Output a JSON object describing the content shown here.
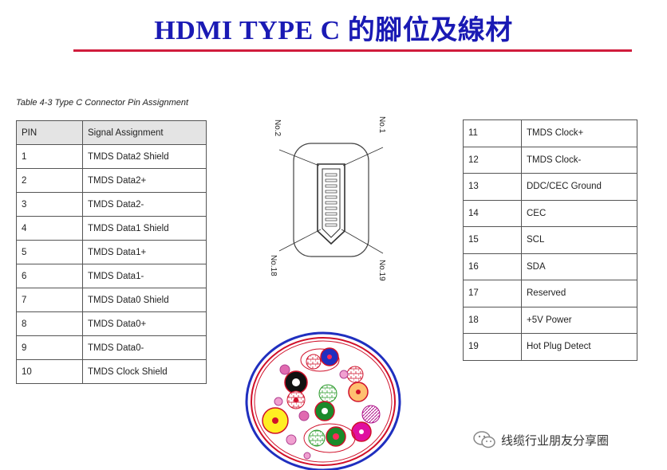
{
  "title": "HDMI TYPE C 的腳位及線材",
  "table_caption": "Table 4-3 Type C Connector Pin Assignment",
  "table_header": {
    "pin": "PIN",
    "signal": "Signal Assignment"
  },
  "pins_left": [
    {
      "pin": "1",
      "signal": "TMDS Data2 Shield"
    },
    {
      "pin": "2",
      "signal": "TMDS Data2+"
    },
    {
      "pin": "3",
      "signal": "TMDS Data2-"
    },
    {
      "pin": "4",
      "signal": "TMDS Data1 Shield"
    },
    {
      "pin": "5",
      "signal": "TMDS Data1+"
    },
    {
      "pin": "6",
      "signal": "TMDS Data1-"
    },
    {
      "pin": "7",
      "signal": "TMDS Data0 Shield"
    },
    {
      "pin": "8",
      "signal": "TMDS Data0+"
    },
    {
      "pin": "9",
      "signal": "TMDS Data0-"
    },
    {
      "pin": "10",
      "signal": "TMDS Clock Shield"
    }
  ],
  "pins_right": [
    {
      "pin": "11",
      "signal": "TMDS Clock+"
    },
    {
      "pin": "12",
      "signal": "TMDS Clock-"
    },
    {
      "pin": "13",
      "signal": "DDC/CEC Ground"
    },
    {
      "pin": "14",
      "signal": "CEC"
    },
    {
      "pin": "15",
      "signal": "SCL"
    },
    {
      "pin": "16",
      "signal": "SDA"
    },
    {
      "pin": "17",
      "signal": "Reserved"
    },
    {
      "pin": "18",
      "signal": "+5V Power"
    },
    {
      "pin": "19",
      "signal": "Hot Plug Detect"
    }
  ],
  "connector_labels": {
    "no2": "No.2",
    "no1": "No.1",
    "no18": "No.18",
    "no19": "No.19"
  },
  "watermark": "线缆行业朋友分享圈",
  "colors": {
    "title": "#1a1ab4",
    "rule": "#d01c3c",
    "cable_outer": "#1f2fbf",
    "cable_ring": "#d0102a"
  }
}
